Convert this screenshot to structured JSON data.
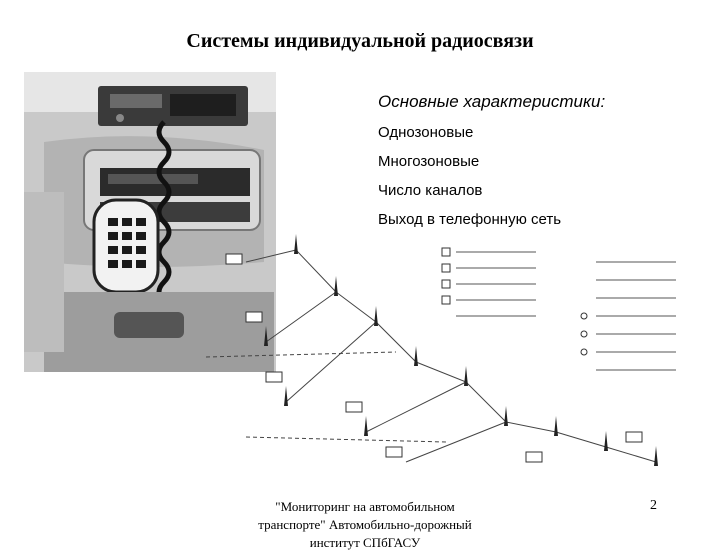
{
  "slide": {
    "title": "Системы индивидуальной радиосвязи",
    "characteristics_heading": "Основные характеристики:",
    "characteristics": [
      "Однозоновые",
      "Многозоновые",
      "Число каналов",
      "Выход в телефонную сеть"
    ],
    "footer_text": "\"Мониторинг на автомобильном транспорте\" Автомобильно-дорожный институт СПбГАСУ",
    "page_number": "2"
  },
  "photo": {
    "description_icon": "car-radio-dashboard-photo"
  },
  "diagram": {
    "description_icon": "radio-network-diagram"
  }
}
